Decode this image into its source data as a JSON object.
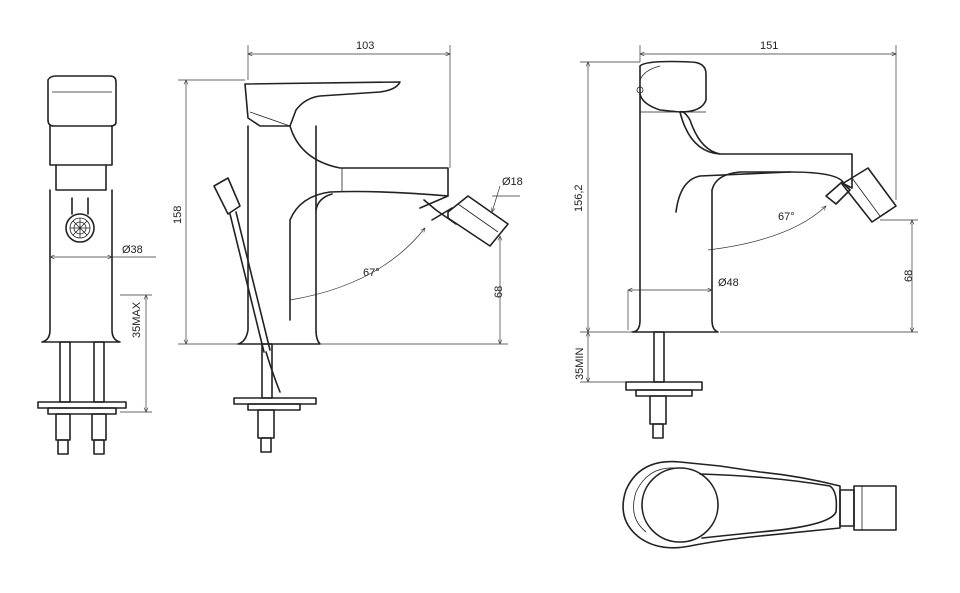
{
  "side_view": {
    "diameter_label": "Ø38",
    "max_depth_label": "35MAX"
  },
  "front_view": {
    "width_label": "103",
    "height_label": "158",
    "nozzle_diameter_label": "Ø18",
    "angle_label": "67°",
    "nozzle_height_label": "68"
  },
  "right_view": {
    "width_label": "151",
    "height_label": "156,2",
    "angle_label": "67°",
    "body_diameter_label": "Ø48",
    "nozzle_height_label": "68",
    "min_depth_label": "35MIN"
  },
  "colors": {
    "line": "#222222",
    "background": "#ffffff"
  }
}
